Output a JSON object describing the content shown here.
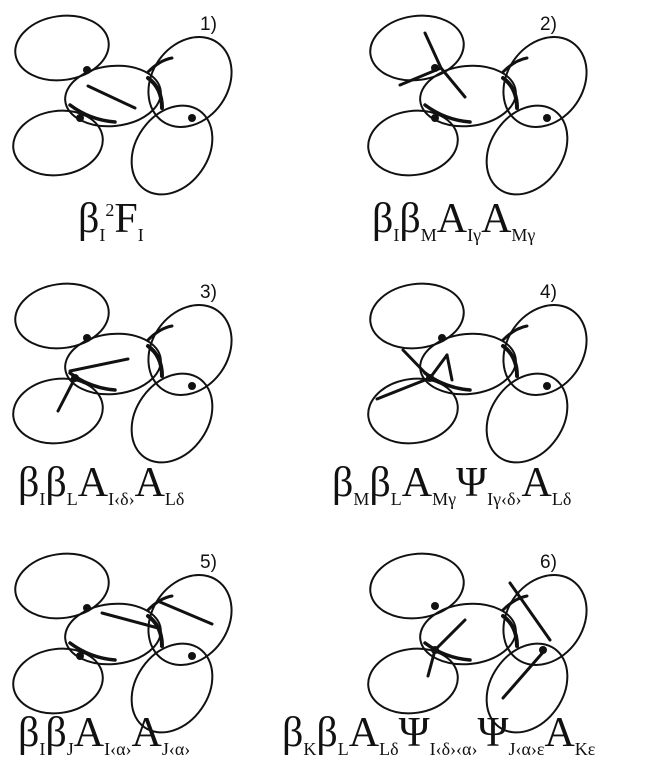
{
  "panels": [
    {
      "label": "1)",
      "formula": [
        {
          "t": "β",
          "k": "g"
        },
        {
          "t": "I",
          "k": "s"
        },
        {
          "t": "2",
          "k": "sup"
        },
        {
          "t": "F",
          "k": "g"
        },
        {
          "t": "I",
          "k": "s"
        }
      ]
    },
    {
      "label": "2)",
      "formula": [
        {
          "t": "β",
          "k": "g"
        },
        {
          "t": "I",
          "k": "s"
        },
        {
          "t": "β",
          "k": "g"
        },
        {
          "t": "M",
          "k": "s"
        },
        {
          "t": "A",
          "k": "g"
        },
        {
          "t": "Iγ",
          "k": "s"
        },
        {
          "t": "A",
          "k": "g"
        },
        {
          "t": "Mγ",
          "k": "s"
        }
      ]
    },
    {
      "label": "3)",
      "formula": [
        {
          "t": "β",
          "k": "g"
        },
        {
          "t": "I",
          "k": "s"
        },
        {
          "t": "β",
          "k": "g"
        },
        {
          "t": "L",
          "k": "s"
        },
        {
          "t": "A",
          "k": "g"
        },
        {
          "t": "I‹δ›",
          "k": "s"
        },
        {
          "t": "A",
          "k": "g"
        },
        {
          "t": "Lδ",
          "k": "s"
        }
      ]
    },
    {
      "label": "4)",
      "formula": [
        {
          "t": "β",
          "k": "g"
        },
        {
          "t": "M",
          "k": "s"
        },
        {
          "t": "β",
          "k": "g"
        },
        {
          "t": "L",
          "k": "s"
        },
        {
          "t": "A",
          "k": "g"
        },
        {
          "t": "Mγ",
          "k": "s"
        },
        {
          "t": "Ψ",
          "k": "g"
        },
        {
          "t": "Iγ‹δ›",
          "k": "s"
        },
        {
          "t": "A",
          "k": "g"
        },
        {
          "t": "Lδ",
          "k": "s"
        }
      ]
    },
    {
      "label": "5)",
      "formula": [
        {
          "t": "β",
          "k": "g"
        },
        {
          "t": "I",
          "k": "s"
        },
        {
          "t": "β",
          "k": "g"
        },
        {
          "t": "J",
          "k": "s"
        },
        {
          "t": "A",
          "k": "g"
        },
        {
          "t": "I‹α›",
          "k": "s"
        },
        {
          "t": "A",
          "k": "g"
        },
        {
          "t": "J‹α›",
          "k": "s"
        }
      ]
    },
    {
      "label": "6)",
      "formula": [
        {
          "t": "β",
          "k": "g"
        },
        {
          "t": "K",
          "k": "s"
        },
        {
          "t": "β",
          "k": "g"
        },
        {
          "t": "L",
          "k": "s"
        },
        {
          "t": "A",
          "k": "g"
        },
        {
          "t": "Lδ",
          "k": "s"
        },
        {
          "t": "Ψ",
          "k": "g"
        },
        {
          "t": "I‹δ›‹α›",
          "k": "s"
        },
        {
          "t": "Ψ",
          "k": "g"
        },
        {
          "t": "J‹α›ε",
          "k": "s"
        },
        {
          "t": "A",
          "k": "g"
        },
        {
          "t": "Kε",
          "k": "s"
        }
      ]
    }
  ]
}
